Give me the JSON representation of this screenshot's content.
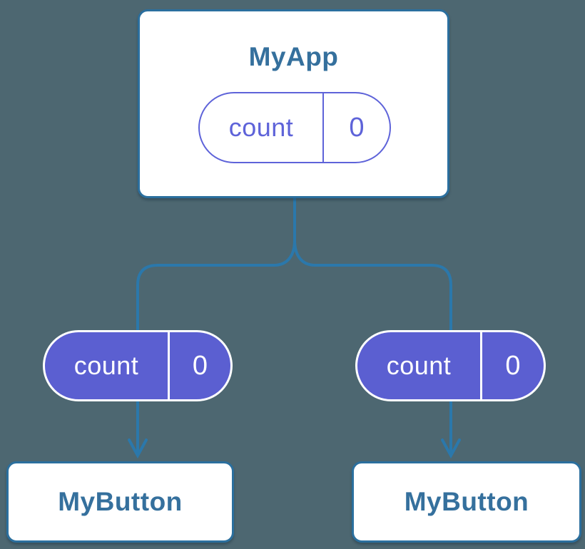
{
  "colors": {
    "background": "#4D6771",
    "connector": "#2B78AB",
    "card_border": "#2B6F9E",
    "title_text": "#35709D",
    "pill_outline": "#5E63D9",
    "pill_solid_fill": "#5B5FD1",
    "pill_solid_text": "#FFFFFF"
  },
  "root_component": {
    "title": "MyApp",
    "state_pill": {
      "name": "count",
      "value": "0"
    }
  },
  "children": [
    {
      "title": "MyButton",
      "prop_pill": {
        "name": "count",
        "value": "0"
      }
    },
    {
      "title": "MyButton",
      "prop_pill": {
        "name": "count",
        "value": "0"
      }
    }
  ]
}
